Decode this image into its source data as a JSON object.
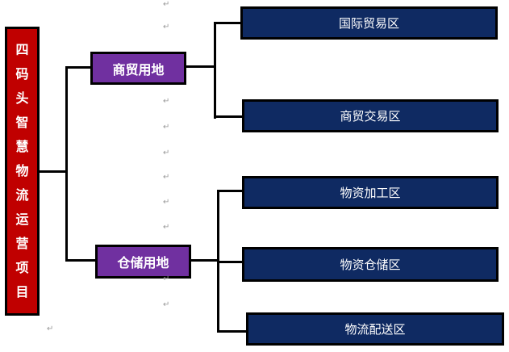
{
  "root": {
    "label": "四码头智慧物流运营项目",
    "chars": [
      "四",
      "码",
      "头",
      "智",
      "慧",
      "物",
      "流",
      "运",
      "营",
      "项",
      "目"
    ]
  },
  "branches": [
    {
      "label": "商贸用地",
      "children": [
        "国际贸易区",
        "商贸交易区"
      ]
    },
    {
      "label": "仓储用地",
      "children": [
        "物资加工区",
        "物资仓储区",
        "物流配送区"
      ]
    }
  ],
  "colors": {
    "root": "#c00000",
    "branch": "#7030a0",
    "leaf": "#0f2a62"
  },
  "paragraph_mark": "↵"
}
